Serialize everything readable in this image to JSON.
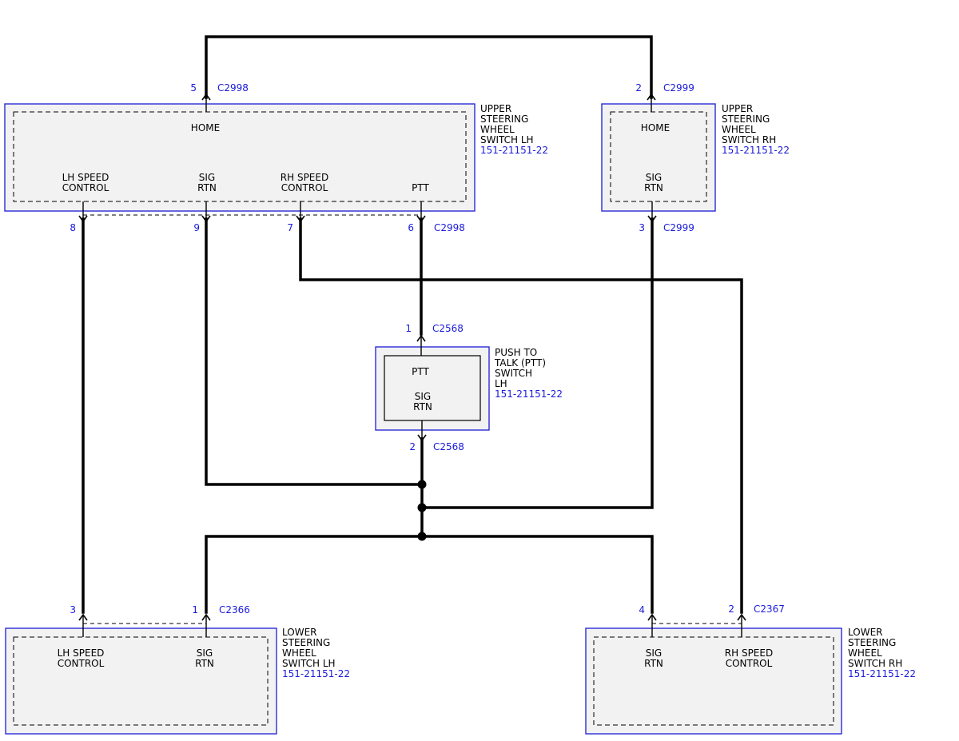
{
  "components": [
    {
      "id": "upper-lh",
      "name_lines": [
        "UPPER",
        "STEERING",
        "WHEEL",
        "SWITCH LH"
      ],
      "part_number": "151-21151-22",
      "pins": [
        {
          "id": "upper-lh-home",
          "label_lines": [
            "HOME"
          ]
        },
        {
          "id": "upper-lh-lhspd",
          "label_lines": [
            "LH SPEED",
            "CONTROL"
          ]
        },
        {
          "id": "upper-lh-sigrtn",
          "label_lines": [
            "SIG",
            "RTN"
          ]
        },
        {
          "id": "upper-lh-rhspd",
          "label_lines": [
            "RH SPEED",
            "CONTROL"
          ]
        },
        {
          "id": "upper-lh-ptt",
          "label_lines": [
            "PTT"
          ]
        }
      ]
    },
    {
      "id": "upper-rh",
      "name_lines": [
        "UPPER",
        "STEERING",
        "WHEEL",
        "SWITCH RH"
      ],
      "part_number": "151-21151-22",
      "pins": [
        {
          "id": "upper-rh-home",
          "label_lines": [
            "HOME"
          ]
        },
        {
          "id": "upper-rh-sigrtn",
          "label_lines": [
            "SIG",
            "RTN"
          ]
        }
      ]
    },
    {
      "id": "ptt-switch",
      "name_lines": [
        "PUSH TO",
        "TALK (PTT)",
        "SWITCH",
        "LH"
      ],
      "part_number": "151-21151-22",
      "pins": [
        {
          "id": "ptt-ptt",
          "label_lines": [
            "PTT"
          ]
        },
        {
          "id": "ptt-sigrtn",
          "label_lines": [
            "SIG",
            "RTN"
          ]
        }
      ]
    },
    {
      "id": "lower-lh",
      "name_lines": [
        "LOWER",
        "STEERING",
        "WHEEL",
        "SWITCH LH"
      ],
      "part_number": "151-21151-22",
      "pins": [
        {
          "id": "lower-lh-lhspd",
          "label_lines": [
            "LH SPEED",
            "CONTROL"
          ]
        },
        {
          "id": "lower-lh-sigrtn",
          "label_lines": [
            "SIG",
            "RTN"
          ]
        }
      ]
    },
    {
      "id": "lower-rh",
      "name_lines": [
        "LOWER",
        "STEERING",
        "WHEEL",
        "SWITCH RH"
      ],
      "part_number": "151-21151-22",
      "pins": [
        {
          "id": "lower-rh-sigrtn",
          "label_lines": [
            "SIG",
            "RTN"
          ]
        },
        {
          "id": "lower-rh-rhspd",
          "label_lines": [
            "RH SPEED",
            "CONTROL"
          ]
        }
      ]
    }
  ],
  "connectors": [
    {
      "id": "c2998-5",
      "pin": "5",
      "connector": "C2998"
    },
    {
      "id": "c2999-2",
      "pin": "2",
      "connector": "C2999"
    },
    {
      "id": "c2998-8",
      "pin": "8",
      "connector": ""
    },
    {
      "id": "c2998-9",
      "pin": "9",
      "connector": ""
    },
    {
      "id": "c2998-7",
      "pin": "7",
      "connector": ""
    },
    {
      "id": "c2998-6",
      "pin": "6",
      "connector": "C2998"
    },
    {
      "id": "c2999-3",
      "pin": "3",
      "connector": "C2999"
    },
    {
      "id": "c2568-1",
      "pin": "1",
      "connector": "C2568"
    },
    {
      "id": "c2568-2",
      "pin": "2",
      "connector": "C2568"
    },
    {
      "id": "c2366-3",
      "pin": "3",
      "connector": ""
    },
    {
      "id": "c2366-1",
      "pin": "1",
      "connector": "C2366"
    },
    {
      "id": "c2367-4",
      "pin": "4",
      "connector": ""
    },
    {
      "id": "c2367-2",
      "pin": "2",
      "connector": "C2367"
    }
  ],
  "wires": [
    {
      "id": "home-loop",
      "from": "upper-lh-home",
      "to": "upper-rh-home"
    },
    {
      "id": "lh-speed",
      "from": "upper-lh-lhspd",
      "to": "lower-lh-lhspd"
    },
    {
      "id": "sig-rtn-lh",
      "from": "upper-lh-sigrtn",
      "to": "splice-1"
    },
    {
      "id": "rh-speed",
      "from": "upper-lh-rhspd",
      "to": "lower-rh-rhspd"
    },
    {
      "id": "ptt",
      "from": "upper-lh-ptt",
      "to": "ptt-ptt"
    },
    {
      "id": "sig-rtn-rh",
      "from": "upper-rh-sigrtn",
      "to": "splice-2"
    },
    {
      "id": "ptt-rtn",
      "from": "ptt-sigrtn",
      "to": "splice-3"
    },
    {
      "id": "lower-rtn",
      "from": "splice-3",
      "to": "lower-lh-sigrtn"
    },
    {
      "id": "lower-rtn-rh",
      "from": "splice-3",
      "to": "lower-rh-sigrtn"
    }
  ],
  "colors": {
    "wire": "#000000",
    "component_border": "#2a2ad8",
    "component_fill": "#f2f2f2",
    "connector_text": "#1a1adb",
    "label_text": "#000000"
  }
}
